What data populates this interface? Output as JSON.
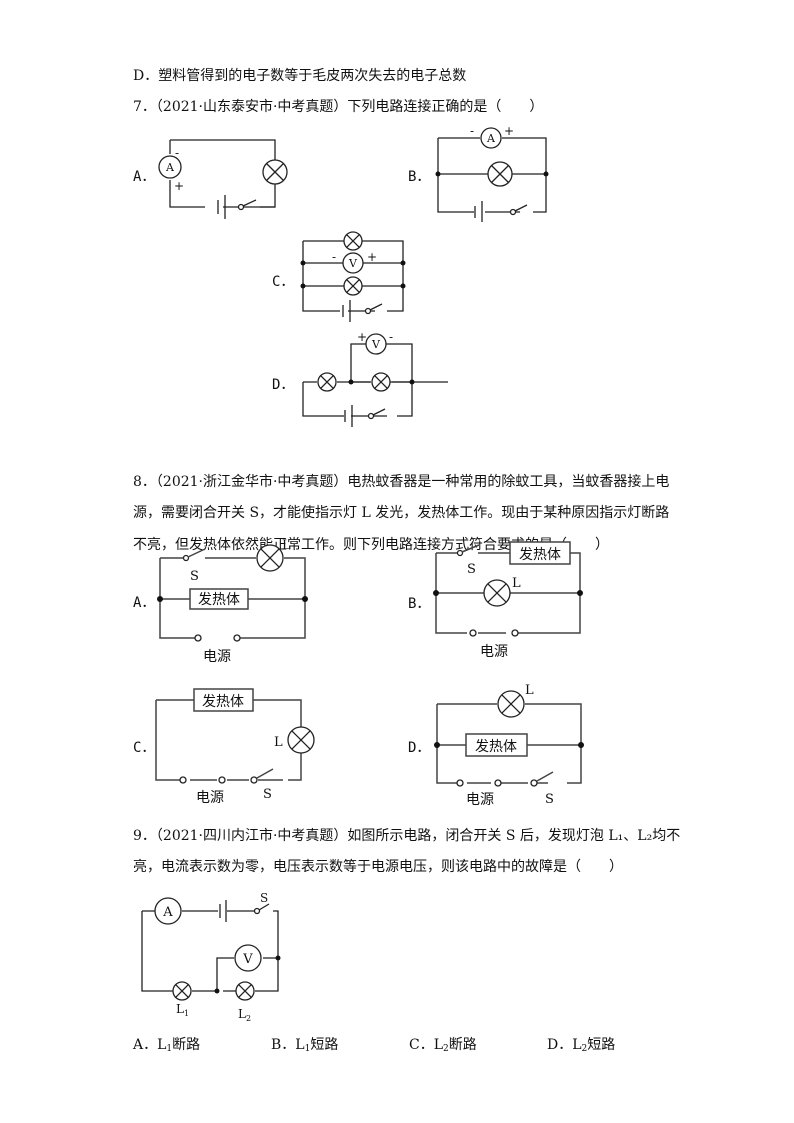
{
  "q6": {
    "option_d": "D．塑料管得到的电子数等于毛皮两次失去的电子总数"
  },
  "q7": {
    "stem": "7．（2021·山东泰安市·中考真题）下列电路连接正确的是（　　）",
    "options": [
      {
        "label": "A．",
        "meter": "A",
        "neg": "-",
        "pos": "+"
      },
      {
        "label": "B．",
        "meter": "A",
        "neg": "-",
        "pos": "+"
      },
      {
        "label": "C．",
        "meter": "V",
        "neg": "-",
        "pos": "+"
      },
      {
        "label": "D．",
        "meter": "V",
        "neg": "-",
        "pos": "+"
      }
    ]
  },
  "q8": {
    "stem_lines": [
      "8．（2021·浙江金华市·中考真题）电热蚊香器是一种常用的除蚊工具，当蚊香器接上电",
      "源，需要闭合开关 S，才能使指示灯 L 发光，发热体工作。现由于某种原因指示灯断路",
      "不亮，但发热体依然能正常工作。则下列电路连接方式符合要求的是（　　）"
    ],
    "heater": "发热体",
    "power": "电源",
    "switch": "S",
    "lamp": "L",
    "options": [
      "A．",
      "B．",
      "C．",
      "D．"
    ]
  },
  "q9": {
    "stem_lines": [
      "9．（2021·四川内江市·中考真题）如图所示电路，闭合开关 S 后，发现灯泡 L₁、L₂均不",
      "亮，电流表示数为零，电压表示数等于电源电压，则该电路中的故障是（　　）"
    ],
    "ammeter": "A",
    "voltmeter": "V",
    "switch": "S",
    "lamp1": "L",
    "lamp1_sub": "1",
    "lamp2": "L",
    "lamp2_sub": "2",
    "answers": [
      {
        "prefix": "A．L",
        "sub": "1",
        "suffix": "断路"
      },
      {
        "prefix": "B．L",
        "sub": "1",
        "suffix": "短路"
      },
      {
        "prefix": "C．L",
        "sub": "2",
        "suffix": "断路"
      },
      {
        "prefix": "D．L",
        "sub": "2",
        "suffix": "短路"
      }
    ]
  }
}
